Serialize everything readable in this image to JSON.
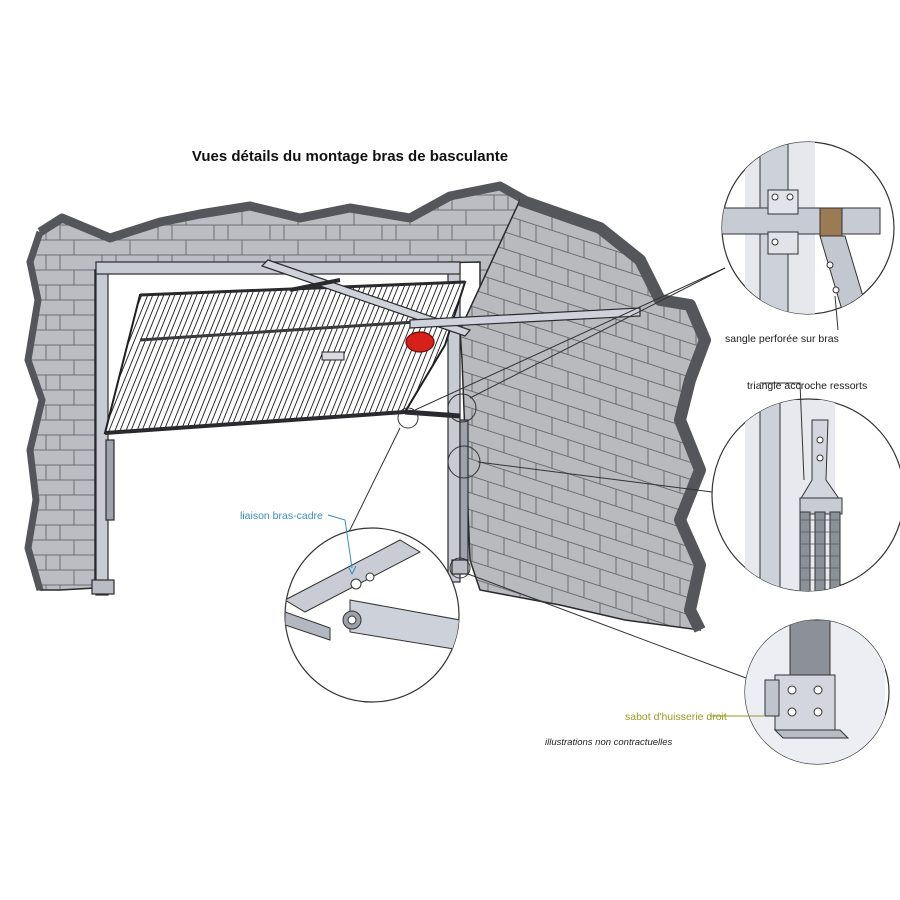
{
  "title": "Vues détails du montage bras de basculante",
  "labels": {
    "sangle": "sangle perforée sur bras",
    "triangle": "triangle accroche ressorts",
    "liaison": "liaison bras-cadre",
    "sabot": "sabot d'huisserie droit"
  },
  "note": "illustrations non contractuelles",
  "colors": {
    "wall": "#bdbec3",
    "wall_dark": "#7b7c82",
    "frame": "#c4c7cf",
    "label_blue": "#3a8cc4",
    "label_olive": "#9a9a22",
    "motor": "#d8201b"
  }
}
